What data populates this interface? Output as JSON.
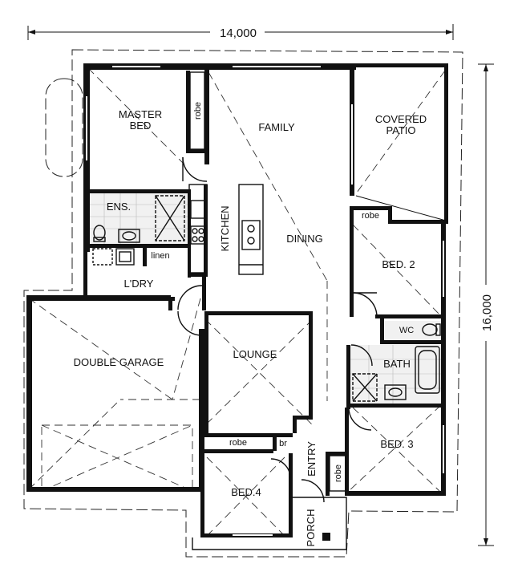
{
  "plan": {
    "width_dimension": "14,000",
    "depth_dimension": "16,000"
  },
  "rooms": {
    "master_bed": [
      "MASTER",
      "BED"
    ],
    "family": "FAMILY",
    "covered_patio": [
      "COVERED",
      "PATIO"
    ],
    "robe_master": "robe",
    "ensuite": "ENS.",
    "kitchen": "KITCHEN",
    "dining": "DINING",
    "robe_bed2": "robe",
    "bed2": "BED. 2",
    "linen": "linen",
    "laundry": "L'DRY",
    "wc": "WC",
    "double_garage": "DOUBLE GARAGE",
    "lounge": "LOUNGE",
    "bath": "BATH",
    "robe_bed4": "robe",
    "br": "br",
    "entry": "ENTRY",
    "bed3": "BED. 3",
    "robe_bed3": "robe",
    "bed4": "BED.4",
    "porch": "PORCH"
  },
  "colors": {
    "wall": "#111111",
    "background": "#ffffff"
  }
}
